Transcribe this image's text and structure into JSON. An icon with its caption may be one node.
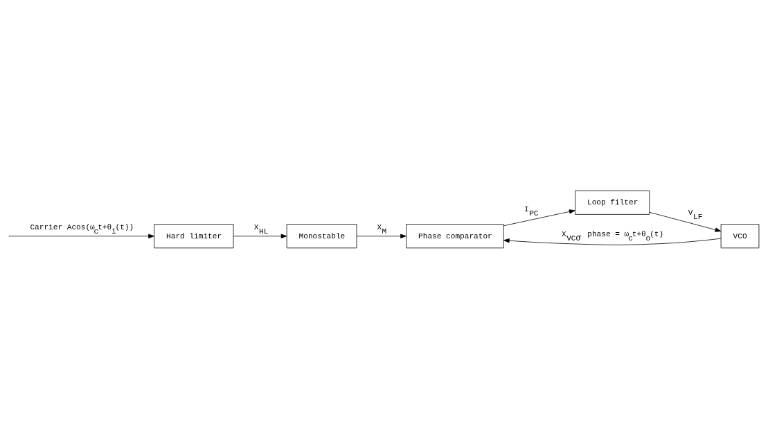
{
  "diagram": {
    "nodes": [
      {
        "text": [
          "Hard limiter"
        ]
      },
      {
        "text": [
          "Monostable"
        ]
      },
      {
        "text": [
          "Phase comparator"
        ]
      },
      {
        "text": [
          "Loop filter"
        ]
      },
      {
        "text": [
          "VCO"
        ]
      }
    ],
    "edges": [
      {
        "from": null,
        "to": 0,
        "arrow": "to",
        "label": "Carrier Acos(ω$_{c}$t+θ$_{i}$(t))"
      },
      {
        "from": 0,
        "to": 1,
        "arrow": "to",
        "label": "X$_{HL}$"
      },
      {
        "from": 1,
        "to": 2,
        "arrow": "to",
        "label": "X$_{M}$"
      },
      {
        "from": 2,
        "to": 3,
        "arrow": "to",
        "label": "I$_{PC}$"
      },
      {
        "from": 3,
        "to": 4,
        "arrow": "to",
        "label": "V$_{LF}$"
      },
      {
        "from": 4,
        "to": 2,
        "arrow": "to",
        "label": "X$_{VCO}$, phase = ω$_{c}$t+θ$_{o}$(t)"
      }
    ]
  }
}
